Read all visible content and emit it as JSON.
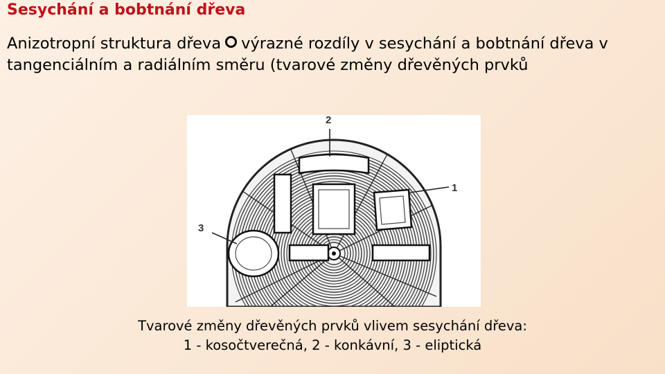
{
  "title": "Sesychání a bobtnání dřeva",
  "body": {
    "part1": "Anizotropní struktura dřeva",
    "bullet_icon": "ring-bullet-icon",
    "part2": "výrazné rozdíly v sesychání a bobtnání dřeva v tangenciálním a radiálním směru (tvarové změny dřevěných prvků"
  },
  "figure": {
    "labels": {
      "one": "1",
      "two": "2",
      "three": "3"
    }
  },
  "caption": {
    "line1": "Tvarové změny dřevěných prvků vlivem sesychání dřeva:",
    "line2": "1 - kosočtverečná, 2 - konkávní, 3 - eliptická"
  },
  "colors": {
    "title": "#c0111b",
    "background": "#fbe9d8"
  }
}
